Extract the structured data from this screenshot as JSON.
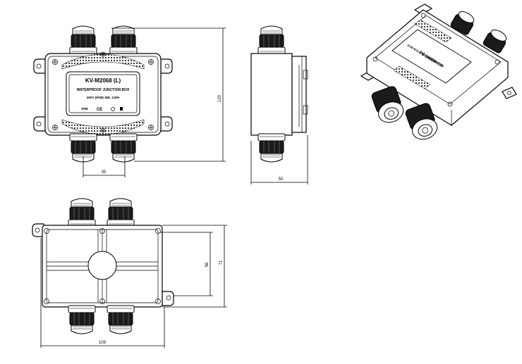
{
  "product": {
    "model": "KV-M2068 (L)",
    "description": "WATERPROOF JUNCTION BOX",
    "rating": "450V  (IP68)  4ML 125H",
    "ip_code": "IP68"
  },
  "dimensions": {
    "height_front": "120",
    "gland_spacing": "35",
    "depth": "50",
    "base_length": "109",
    "base_inner_height": "56",
    "base_outer_height": "71"
  },
  "icons": [
    "ce-mark-icon",
    "recycle-icon",
    "waste-bin-icon",
    "screw-icon",
    "cable-gland-icon"
  ]
}
